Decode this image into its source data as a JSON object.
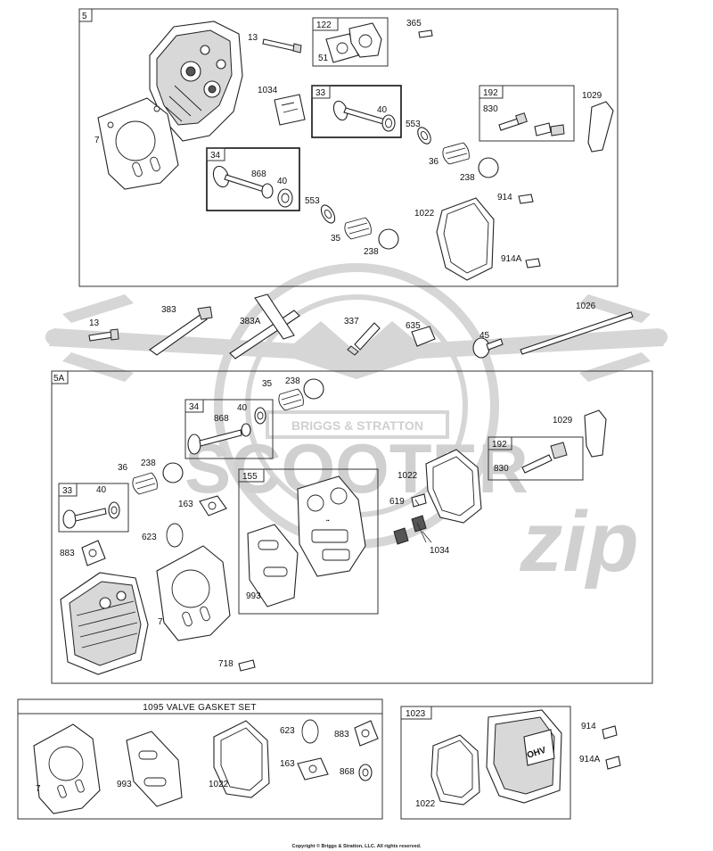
{
  "copyright": "Copyright © Briggs & Stratton, LLC. All rights reserved.",
  "watermark": {
    "brand_line": "BRIGGS & STRATTON",
    "logo_text": "SCOOTER",
    "script_text": "zip"
  },
  "sections": {
    "s5": "5",
    "s5a": "5A",
    "gasket_set": "1095 VALVE GASKET SET",
    "cover": "1023"
  },
  "subboxes": {
    "b122": "122",
    "b33a": "33",
    "b192a": "192",
    "b34a": "34",
    "b34b": "34",
    "b192b": "192",
    "b33b": "33",
    "b155": "155"
  },
  "decal": {
    "ohv": "OHV"
  },
  "labels": {
    "l13a": "13",
    "l365": "365",
    "l51": "51",
    "l1034a": "1034",
    "l40a": "40",
    "l830a": "830",
    "l1029a": "1029",
    "l553a": "553",
    "l7a": "7",
    "l36a": "36",
    "l238a": "238",
    "l868a": "868",
    "l40b": "40",
    "l914a": "914",
    "l553b": "553",
    "l1022a": "1022",
    "l35a": "35",
    "l238b": "238",
    "l914Aa": "914A",
    "l13b": "13",
    "l383": "383",
    "l383A": "383A",
    "l337": "337",
    "l635": "635",
    "l1026": "1026",
    "l45": "45",
    "l35b": "35",
    "l238c": "238",
    "l868b": "868",
    "l40c": "40",
    "l1029b": "1029",
    "l36b": "36",
    "l238d": "238",
    "l830b": "830",
    "l1022b": "1022",
    "l40d": "40",
    "l163a": "163",
    "l619": "619",
    "l623a": "623",
    "l883a": "883",
    "l1034b": "1034",
    "l993a": "993",
    "l7b": "7",
    "l718": "718",
    "l623b": "623",
    "l883b": "883",
    "l914b": "914",
    "l163b": "163",
    "l7c": "7",
    "l993b": "993",
    "l1022c": "1022",
    "l868c": "868",
    "l914Ab": "914A",
    "l1022d": "1022"
  }
}
